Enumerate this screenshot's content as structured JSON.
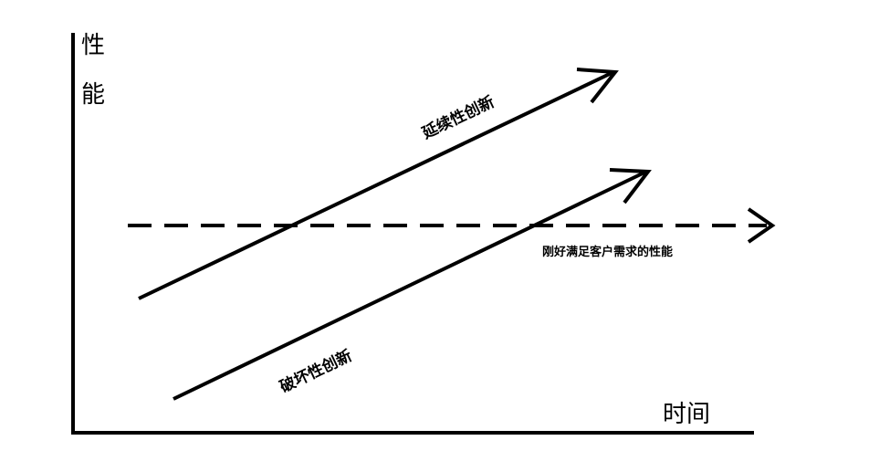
{
  "diagram": {
    "y_axis_label": [
      "性",
      "能"
    ],
    "x_axis_label": "时间",
    "sustaining_label": "延续性创新",
    "disruptive_label": "破坏性创新",
    "customer_need_label": "刚好满足客户需求的性能"
  }
}
